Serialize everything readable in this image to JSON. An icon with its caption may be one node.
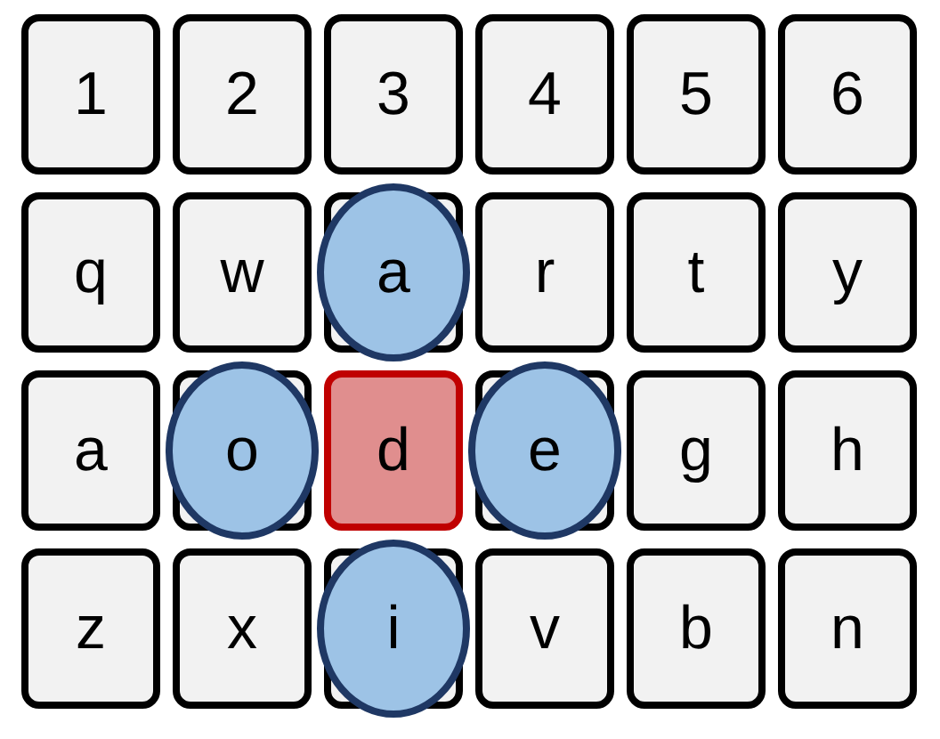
{
  "diagram": {
    "nodes": [
      {
        "text": [
          "1"
        ]
      },
      {
        "text": [
          "2"
        ]
      },
      {
        "text": [
          "3"
        ]
      },
      {
        "text": [
          "4"
        ]
      },
      {
        "text": [
          "5"
        ]
      },
      {
        "text": [
          "6"
        ]
      },
      {
        "text": [
          "q"
        ]
      },
      {
        "text": [
          "w"
        ]
      },
      {
        "text": [
          "a"
        ]
      },
      {
        "text": [
          "r"
        ]
      },
      {
        "text": [
          "t"
        ]
      },
      {
        "text": [
          "y"
        ]
      },
      {
        "text": [
          "a"
        ]
      },
      {
        "text": [
          "o"
        ]
      },
      {
        "text": [
          "d"
        ]
      },
      {
        "text": [
          "e"
        ]
      },
      {
        "text": [
          "g"
        ]
      },
      {
        "text": [
          "h"
        ]
      },
      {
        "text": [
          "z"
        ]
      },
      {
        "text": [
          "x"
        ]
      },
      {
        "text": [
          "i"
        ]
      },
      {
        "text": [
          "v"
        ]
      },
      {
        "text": [
          "b"
        ]
      },
      {
        "text": [
          "n"
        ]
      }
    ]
  }
}
